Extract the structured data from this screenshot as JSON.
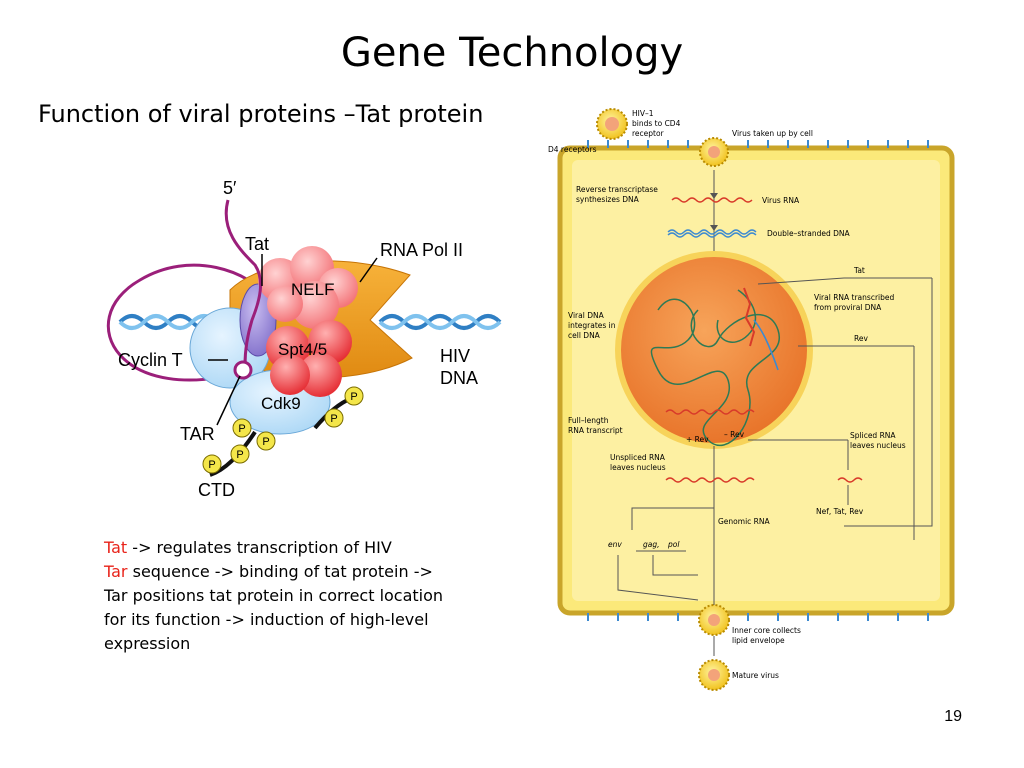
{
  "slide": {
    "title": "Gene Technology",
    "subtitle": "Function of viral proteins –Tat protein",
    "page_number": "19"
  },
  "body": {
    "line1_term": "Tat",
    "line1_rest": " -> regulates transcription of HIV",
    "line2_term": "Tar",
    "line2_rest": " sequence -> binding of tat protein ->",
    "line3": "Tar positions tat protein in correct location",
    "line4": "for its function -> induction of high-level",
    "line5": "expression"
  },
  "left_figure": {
    "label_5prime": "5′",
    "label_tat": "Tat",
    "label_rna_pol": "RNA Pol II",
    "label_nelf": "NELF",
    "label_spt": "Spt4/5",
    "label_cyclin": "Cyclin T",
    "label_hiv": "HIV",
    "label_dna": "DNA",
    "label_cdk9": "Cdk9",
    "label_tar": "TAR",
    "label_ctd": "CTD",
    "label_p": "P"
  },
  "right_figure": {
    "hiv_binds_1": "HIV–1",
    "hiv_binds_2": "binds to CD4",
    "hiv_binds_3": "receptor",
    "cd4_receptors": "D4 receptors",
    "virus_taken_up": "Virus taken up by cell",
    "rt_line1": "Reverse transcriptase",
    "rt_line2": "synthesizes DNA",
    "virus_rna": "Virus RNA",
    "ds_dna": "Double–stranded DNA",
    "tat": "Tat",
    "viral_dna_1": "Viral DNA",
    "viral_dna_2": "integrates in",
    "viral_dna_3": "cell DNA",
    "viral_rna_tr_1": "Viral RNA transcribed",
    "viral_rna_tr_2": "from proviral DNA",
    "rev": "Rev",
    "full_length_1": "Full–length",
    "full_length_2": "RNA transcript",
    "plus_rev": "+ Rev",
    "minus_rev": "– Rev",
    "spliced_1": "Spliced RNA",
    "spliced_2": "leaves nucleus",
    "unspliced_1": "Unspliced RNA",
    "unspliced_2": "leaves nucleus",
    "nef_tat_rev": "Nef,  Tat,  Rev",
    "genomic_rna": "Genomic RNA",
    "env": "env",
    "gag": "gag,",
    "pol": "pol",
    "inner_core_1": "Inner core collects",
    "inner_core_2": "lipid envelope",
    "mature_virus": "Mature virus"
  },
  "colors": {
    "accent_red": "#e8231a",
    "cell_yellow": "#fbe97a",
    "nucleus_orange": "#f08a3a",
    "purple_strand": "#9b1f7a",
    "dna_blue": "#3d8ad0"
  }
}
